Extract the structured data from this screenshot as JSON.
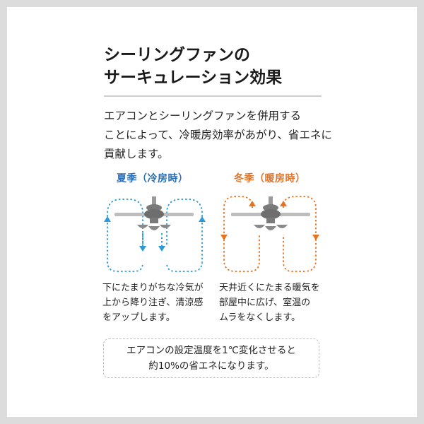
{
  "title": {
    "line1": "シーリングファンの",
    "line2": "サーキュレーション効果"
  },
  "intro": {
    "line1": "エアコンとシーリングファンを併用する",
    "line2": "ことによって、冷暖房効率があがり、省エネに",
    "line3": "貢献します。"
  },
  "summer": {
    "heading": "夏季（冷房時）",
    "color": "#2a9ad8",
    "desc_line1": "下にたまりがちな冷気が",
    "desc_line2": "上から降り注ぎ、清涼感",
    "desc_line3": "をアップします。"
  },
  "winter": {
    "heading": "冬季（暖房時）",
    "color": "#e8731f",
    "desc_line1": "天井近くにたまる暖気を",
    "desc_line2": "部屋中に広げ、室温の",
    "desc_line3": "ムラをなくします。"
  },
  "note": {
    "line1": "エアコンの設定温度を1℃変化させると",
    "line2": "約10%の省エネになります。"
  },
  "icons": {
    "fan": "ceiling-fan-icon",
    "arrow": "airflow-arrow-icon"
  }
}
